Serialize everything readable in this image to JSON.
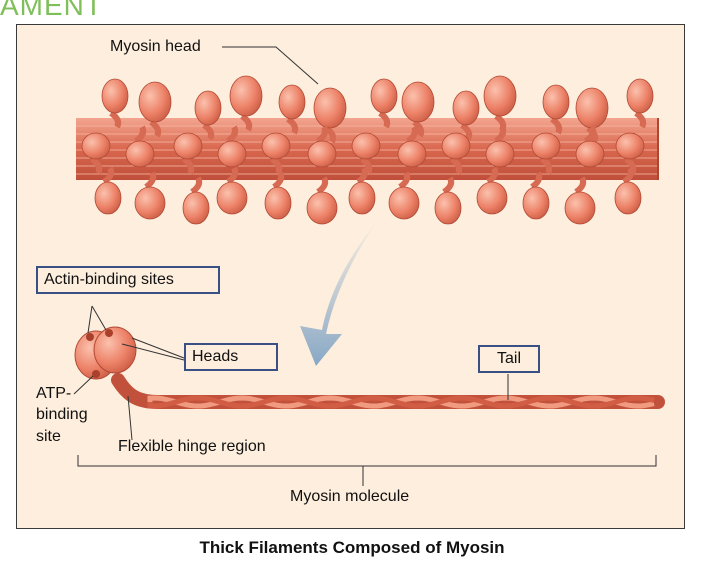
{
  "header": {
    "title_fragment": "AMENT"
  },
  "labels": {
    "myosin_head": "Myosin head",
    "actin_binding_sites": "Actin-binding sites",
    "heads": "Heads",
    "tail": "Tail",
    "atp_binding_site_1": "ATP-",
    "atp_binding_site_2": "binding",
    "atp_binding_site_3": "site",
    "flexible_hinge": "Flexible hinge region",
    "myosin_molecule": "Myosin molecule"
  },
  "caption": "Thick Filaments Composed of Myosin",
  "colors": {
    "background": "#fdeedd",
    "filament": "#e07a62",
    "filament_dark": "#c2513c",
    "head_fill": "#ee8a72",
    "box_border": "#3a4f84",
    "arrow": "#8fb3d0",
    "title_green": "#7fbf5a"
  }
}
